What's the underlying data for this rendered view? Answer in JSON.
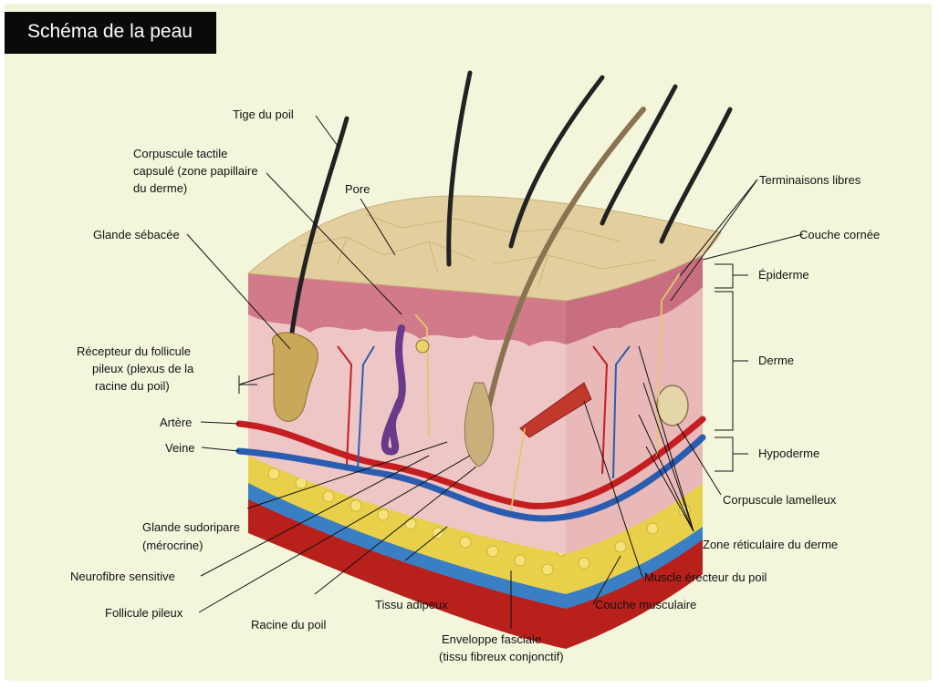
{
  "title": "Schéma de la peau",
  "colors": {
    "panel": "#f4f6dc",
    "skin_surface": "#e3cf9e",
    "epidermis": "#d07a8a",
    "dermis": "#efc6c6",
    "hypodermis_fat": "#e8d04a",
    "fascia": "#3a7fc4",
    "muscle": "#b8201c",
    "artery": "#c41e20",
    "vein": "#2a5db0"
  },
  "labels": {
    "tige_du_poil": "Tige du poil",
    "corpuscule_tactile_1": "Corpuscule tactile",
    "corpuscule_tactile_2": "capsulé (zone papillaire",
    "corpuscule_tactile_3": "du derme)",
    "pore": "Pore",
    "glande_sebacee": "Glande sébacée",
    "recepteur_1": "Récepteur du follicule",
    "recepteur_2": "pileux (plexus de la",
    "recepteur_3": "racine du poil)",
    "artere": "Artère",
    "veine": "Veine",
    "glande_sudoripare_1": "Glande sudoripare",
    "glande_sudoripare_2": "(mérocrine)",
    "neurofibre": "Neurofibre sensitive",
    "follicule": "Follicule pileux",
    "racine": "Racine du poil",
    "tissu_adipeux": "Tissu adipeux",
    "enveloppe_1": "Enveloppe fasciale",
    "enveloppe_2": "(tissu fibreux conjonctif)",
    "terminaisons": "Terminaisons libres",
    "couche_cornee": "Couche cornée",
    "epiderme": "Épiderme",
    "derme": "Derme",
    "hypoderme": "Hypoderme",
    "corpuscule_lamelleux": "Corpuscule lamelleux",
    "zone_reticulaire": "Zone réticulaire du derme",
    "muscle_erecteur": "Muscle érecteur du poil",
    "couche_musculaire": "Couche musculaire"
  }
}
